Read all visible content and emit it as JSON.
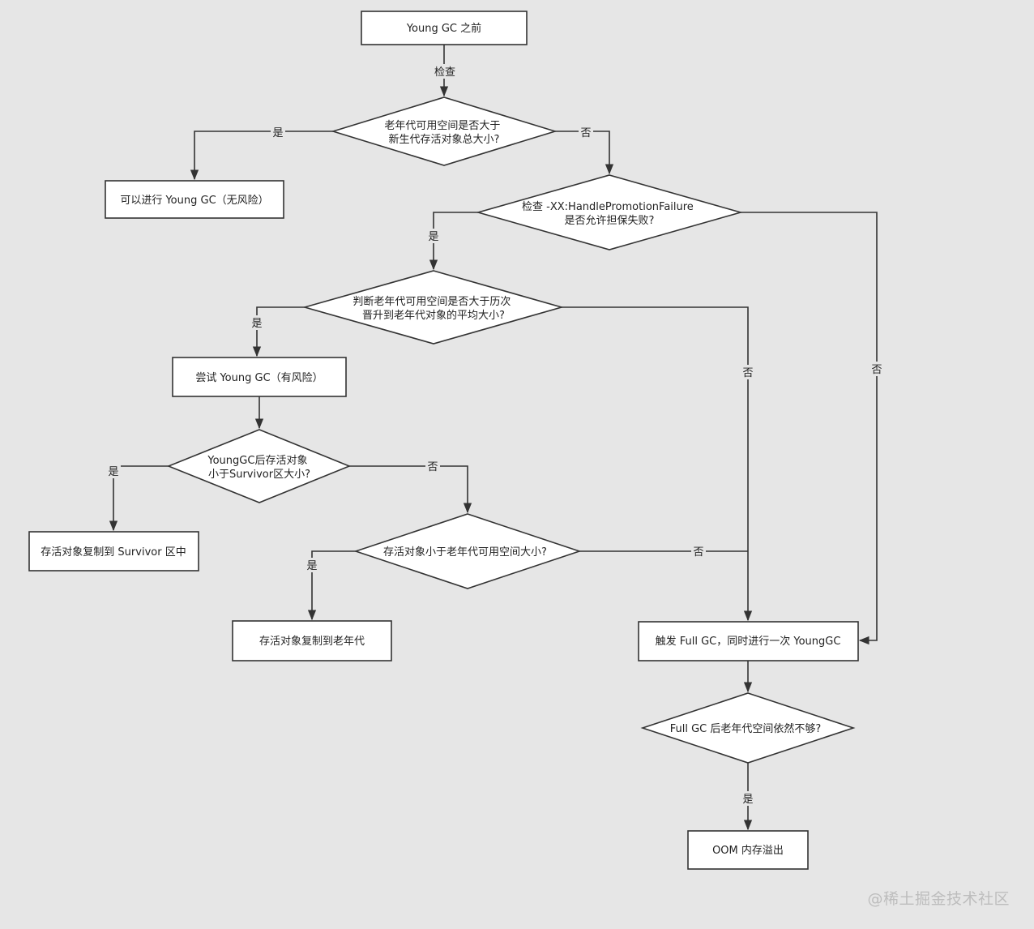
{
  "nodes": {
    "start": "Young GC 之前",
    "d1": [
      "老年代可用空间是否大于",
      "新生代存活对象总大小?"
    ],
    "safe": "可以进行 Young GC（无风险）",
    "d2": [
      "检查 -XX:HandlePromotionFailure",
      "是否允许担保失败?"
    ],
    "d3": [
      "判断老年代可用空间是否大于历次",
      "晋升到老年代对象的平均大小?"
    ],
    "try": "尝试 Young GC（有风险）",
    "d4": [
      "YoungGC后存活对象",
      "小于Survivor区大小?"
    ],
    "survivor": "存活对象复制到 Survivor 区中",
    "d5": [
      "存活对象小于老年代可用空间大小?"
    ],
    "old": "存活对象复制到老年代",
    "full": "触发 Full GC，同时进行一次 YoungGC",
    "d6": [
      "Full GC 后老年代空间依然不够?"
    ],
    "oom": "OOM 内存溢出"
  },
  "edge_labels": {
    "check": "检查",
    "d1_yes": "是",
    "d1_no": "否",
    "d2_yes": "是",
    "d2_no": "否",
    "d3_yes": "是",
    "d3_no": "否",
    "d4_yes": "是",
    "d4_no": "否",
    "d5_yes": "是",
    "d5_no": "否",
    "d6_yes": "是"
  },
  "watermark": "@稀土掘金技术社区"
}
